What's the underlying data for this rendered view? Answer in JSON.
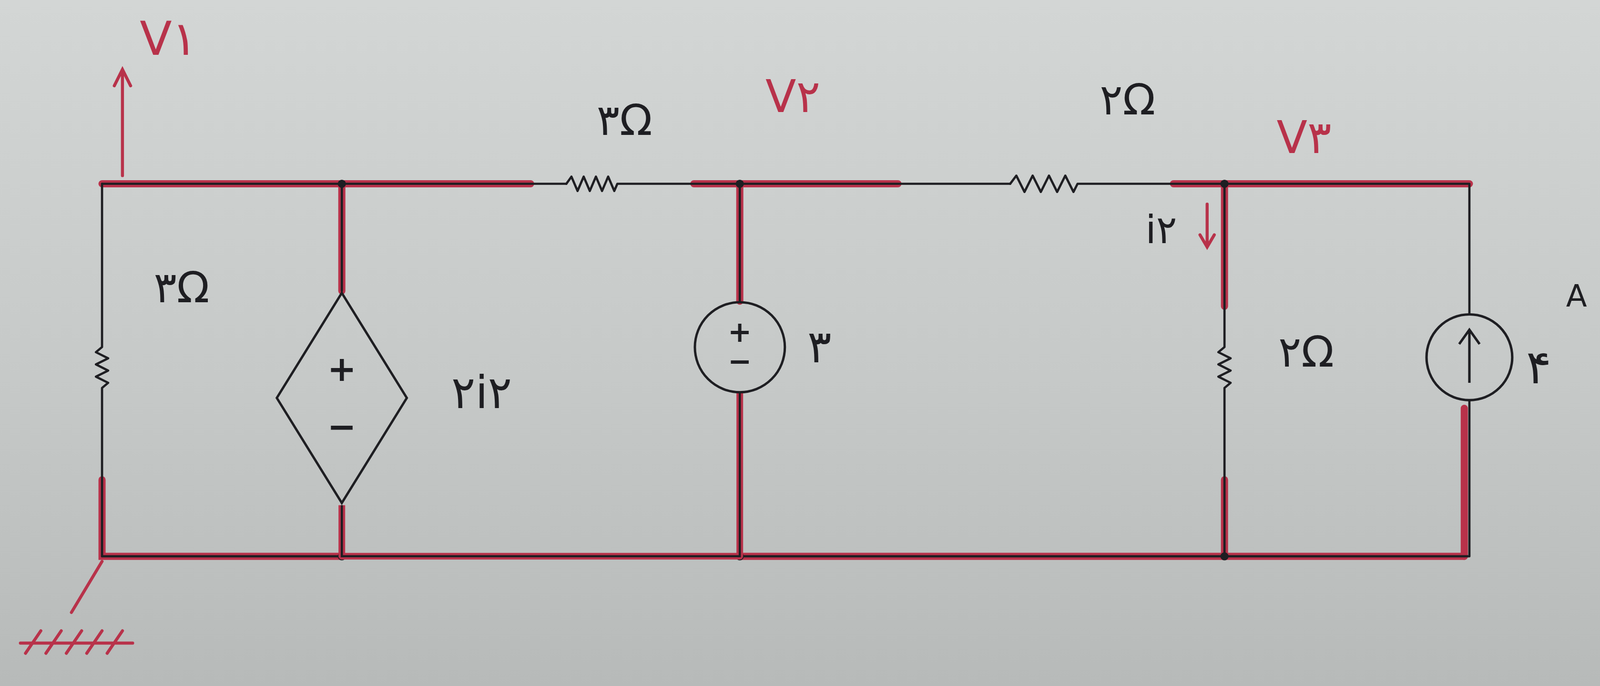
{
  "diagram": {
    "nodes": [
      {
        "text": [
          "+",
          "−"
        ]
      },
      {
        "text": [
          "+",
          "−"
        ]
      }
    ],
    "edges": [
      {
        "from": 0,
        "to": 1,
        "arrow": "none"
      }
    ],
    "labels": [
      "V۱",
      "۳Ω",
      "V۲",
      "۲Ω",
      "V۳",
      "۳Ω",
      "۲i۲",
      "۳",
      "i۲",
      "۲Ω",
      "۴",
      "A"
    ]
  }
}
